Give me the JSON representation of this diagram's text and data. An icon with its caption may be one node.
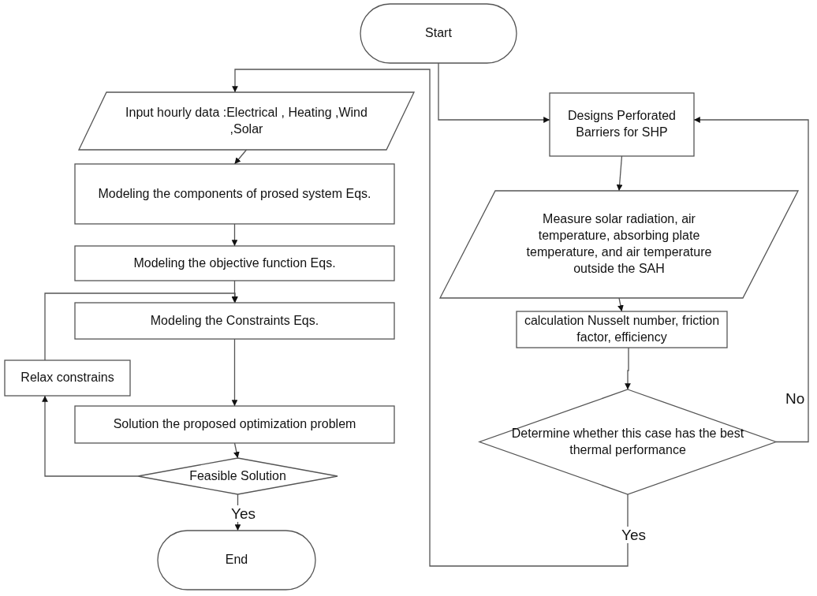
{
  "diagram": {
    "nodes": [
      {
        "text": [
          "Start"
        ]
      },
      {
        "text": [
          "Input hourly data  :Electrical , Heating ,Wind ,Solar"
        ]
      },
      {
        "text": [
          "Modeling the components of prosed system Eqs."
        ]
      },
      {
        "text": [
          "Modeling the objective function Eqs."
        ]
      },
      {
        "text": [
          "Modeling the Constraints Eqs."
        ]
      },
      {
        "text": [
          "Relax constrains"
        ]
      },
      {
        "text": [
          "Solution the proposed optimization problem"
        ]
      },
      {
        "text": [
          "Feasible Solution"
        ]
      },
      {
        "text": [
          "End"
        ]
      },
      {
        "text": [
          "Designs Perforated Barriers  for SHP"
        ]
      },
      {
        "text": [
          "Measure solar radiation, air temperature, absorbing plate temperature, and air temperature outside the SAH"
        ]
      },
      {
        "text": [
          "calculation Nusselt number, friction factor, efficiency"
        ]
      },
      {
        "text": [
          "Determine whether this case has the best thermal performance"
        ]
      }
    ],
    "edges": [
      {
        "from": 0,
        "to": 9,
        "arrow": "to"
      },
      {
        "from": 1,
        "to": 2,
        "arrow": "to"
      },
      {
        "from": 2,
        "to": 3,
        "arrow": "to"
      },
      {
        "from": 3,
        "to": 4,
        "arrow": "to"
      },
      {
        "from": 4,
        "to": 6,
        "arrow": "to"
      },
      {
        "from": 6,
        "to": 7,
        "arrow": "to"
      },
      {
        "from": 7,
        "to": 8,
        "arrow": "to",
        "label": "Yes"
      },
      {
        "from": 7,
        "to": 5,
        "arrow": "to"
      },
      {
        "from": 5,
        "to": 4,
        "arrow": "to"
      },
      {
        "from": 9,
        "to": 10,
        "arrow": "to"
      },
      {
        "from": 10,
        "to": 11,
        "arrow": "to"
      },
      {
        "from": 11,
        "to": 12,
        "arrow": "to"
      },
      {
        "from": 12,
        "to": 9,
        "arrow": "to",
        "label": "No"
      },
      {
        "from": 12,
        "to": 1,
        "arrow": "to",
        "label": "Yes"
      }
    ]
  }
}
